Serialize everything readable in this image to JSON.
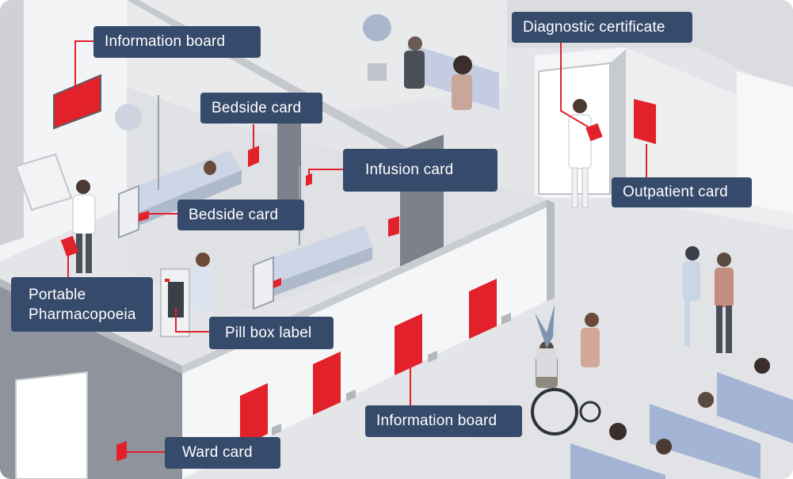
{
  "colors": {
    "background": "#e7e8ea",
    "wall_light": "#f1f2f4",
    "wall_mid": "#c9cbd0",
    "wall_dark": "#8f939b",
    "floor": "#d3d5d9",
    "label_box": "#364a6b",
    "label_text": "#ffffff",
    "accent_red": "#e2212b",
    "leader_line": "#e2212b",
    "bed_blue": "#cdd6e6",
    "chair_blue": "#9fb0d3"
  },
  "callouts": {
    "information_board_top": "Information board",
    "bedside_card_top": "Bedside card",
    "infusion_card": "Infusion card",
    "bedside_card_mid": "Bedside card",
    "portable_pharmacopoeia": "Portable\nPharmacopoeia",
    "pill_box_label": "Pill box label",
    "ward_card": "Ward card",
    "information_board_bottom": "Information board",
    "diagnostic_certificate": "Diagnostic certificate",
    "outpatient_card": "Outpatient card"
  }
}
